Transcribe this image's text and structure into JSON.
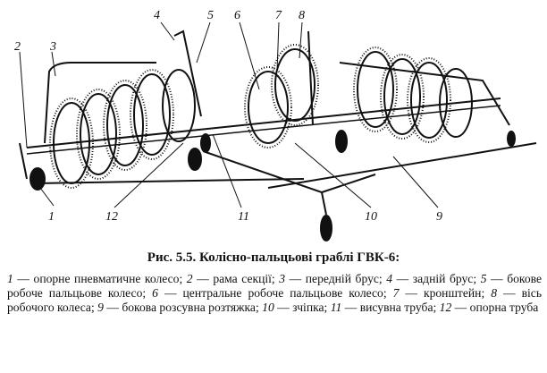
{
  "figure": {
    "callouts": [
      "1",
      "2",
      "3",
      "4",
      "5",
      "6",
      "7",
      "8",
      "9",
      "10",
      "11",
      "12"
    ]
  },
  "caption": "Рис. 5.5. Колісно-пальцьові граблі ГВК-6:",
  "legend": [
    {
      "num": "1",
      "text": "опорне пневматичне колесо;"
    },
    {
      "num": "2",
      "text": "рама секції;"
    },
    {
      "num": "3",
      "text": "передній брус;"
    },
    {
      "num": "4",
      "text": "задній брус;"
    },
    {
      "num": "5",
      "text": "бокове робоче пальцьове колесо;"
    },
    {
      "num": "6",
      "text": "центральне робоче пальцьове колесо;"
    },
    {
      "num": "7",
      "text": "кронштейн;"
    },
    {
      "num": "8",
      "text": "вісь робочого колеса;"
    },
    {
      "num": "9",
      "text": "бокова розсувна розтяжка;"
    },
    {
      "num": "10",
      "text": "зчіпка;"
    },
    {
      "num": "11",
      "text": "висувна труба;"
    },
    {
      "num": "12",
      "text": "опорна труба"
    }
  ],
  "dash": "—"
}
